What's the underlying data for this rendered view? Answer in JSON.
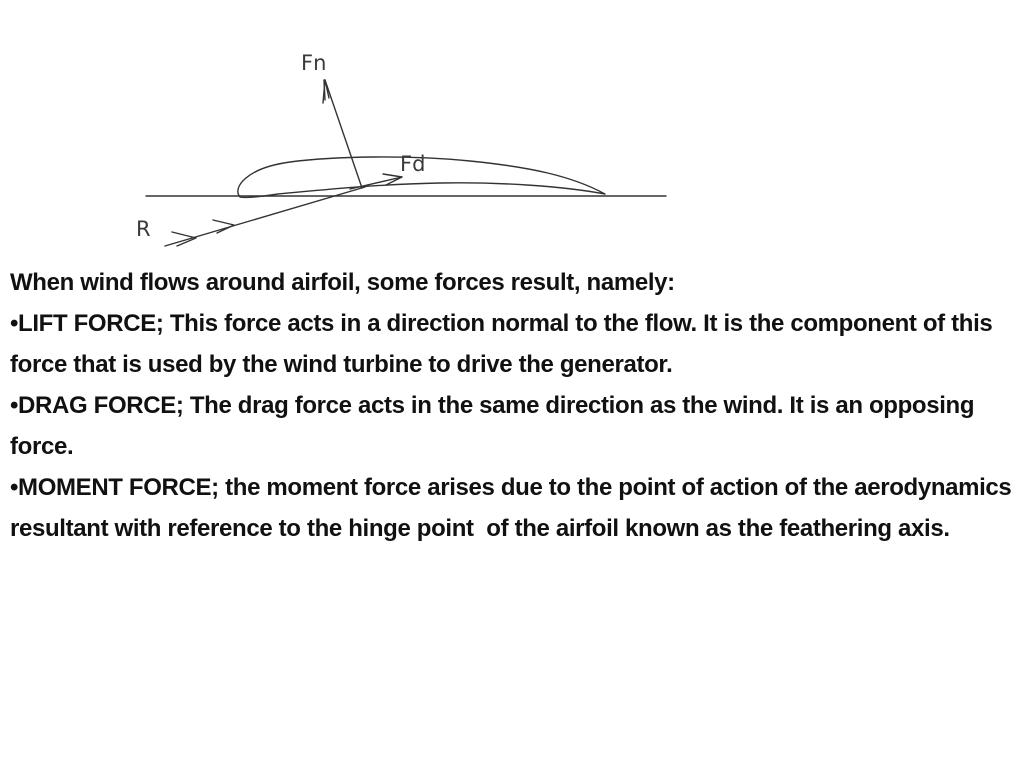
{
  "diagram": {
    "labels": {
      "normal_force": "Fn",
      "drag_force": "Fd",
      "resultant": "R"
    },
    "stroke_color": "#333333"
  },
  "text": {
    "intro": "When wind flows around airfoil, some forces result, namely:",
    "lift": "•LIFT FORCE; This force acts in a direction normal to the flow. It is the component of this force that is used by the wind turbine to drive the generator.",
    "drag": "•DRAG FORCE; The drag force acts in the same direction as the wind. It is an opposing force.",
    "moment": "•MOMENT FORCE; the moment force arises due to the point of action of the aerodynamics resultant with reference to the hinge point  of the airfoil known as the feathering axis."
  }
}
